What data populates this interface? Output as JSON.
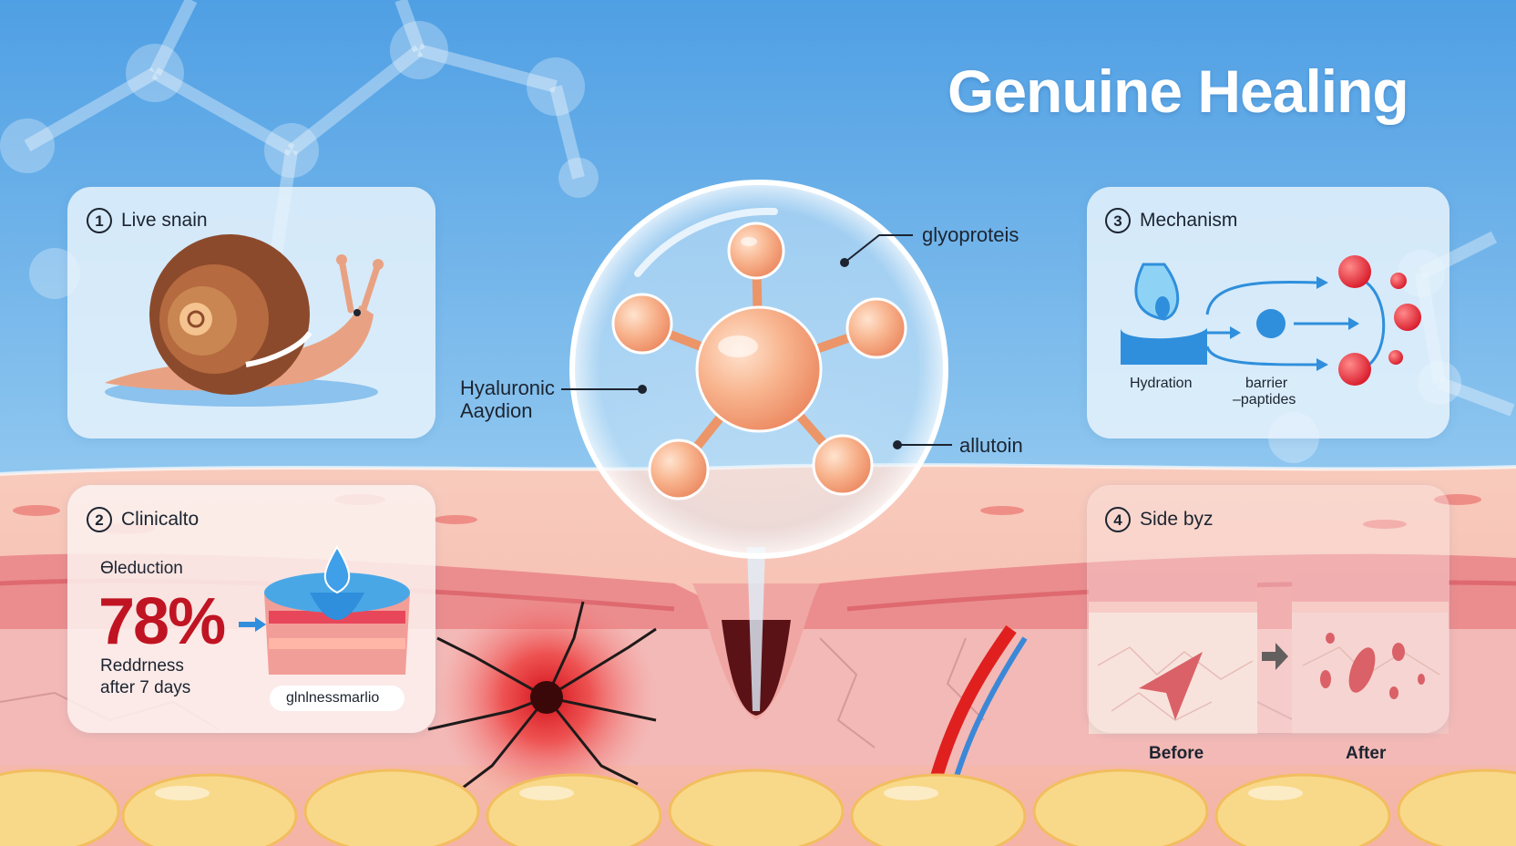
{
  "title": "Genuine Healing",
  "panels": {
    "live_snail": {
      "number": "1",
      "label": "Live snain"
    },
    "clinical": {
      "number": "2",
      "label": "Clinicalto",
      "heading": "Ɵleduction",
      "percent": "78%",
      "line1": "Redԁrness",
      "line2": "after 7 days",
      "badge": "glnlnessmarlio"
    },
    "mechanism": {
      "number": "3",
      "label": "Mechanism",
      "hydration": "Hydration",
      "barrier_line1": "barrier",
      "barrier_line2": "–paptides"
    },
    "side_by_side": {
      "number": "4",
      "label": "Side byz",
      "before": "Before",
      "after": "After"
    }
  },
  "molecule_labels": {
    "left_line1": "Hyaluronic",
    "left_line2": "Aaydion",
    "top_right": "glyoproteis",
    "right": "allutoin"
  },
  "colors": {
    "sky": "#5aa8e6",
    "accent_red": "#c01422",
    "skin": "#f4b8ae",
    "molecule": "#f5a47e",
    "water_blue": "#2f8fdc"
  }
}
